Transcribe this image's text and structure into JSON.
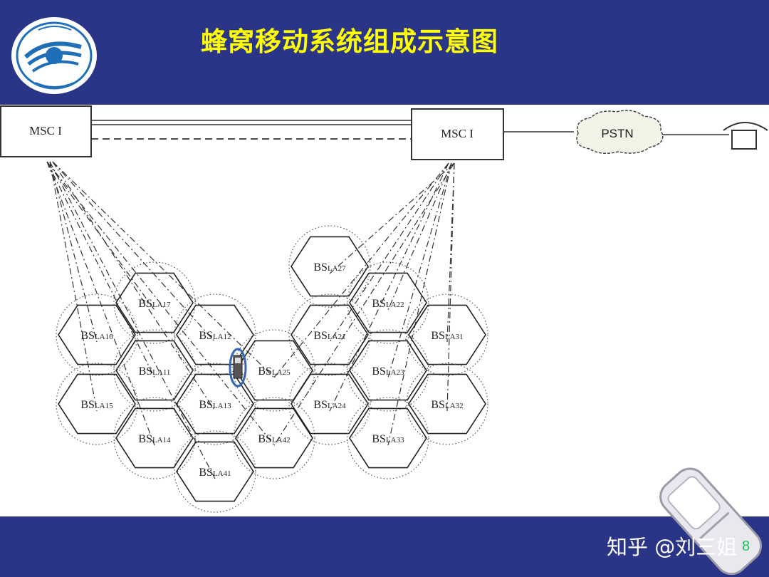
{
  "slide": {
    "title": "蜂窝移动系统组成示意图",
    "watermark": "知乎 @刘三姐",
    "slide_number": "8"
  },
  "colors": {
    "header_bg": "#2a3587",
    "title_text": "#ffff00",
    "slide_number": "#22c35a"
  },
  "diagram": {
    "nodes": {
      "msc_left": "MSC I",
      "msc_right": "MSC I",
      "pstn": "PSTN"
    },
    "telephone_icon": "telephone-icon",
    "mobile_station_icon": "mobile-phone-icon",
    "cells": [
      {
        "id": "la17",
        "prefix": "BS",
        "sub": "LA17"
      },
      {
        "id": "la16",
        "prefix": "BS",
        "sub": "LA16"
      },
      {
        "id": "la12",
        "prefix": "BS",
        "sub": "LA12"
      },
      {
        "id": "la11",
        "prefix": "BS",
        "sub": "LA11"
      },
      {
        "id": "la15",
        "prefix": "BS",
        "sub": "LA15"
      },
      {
        "id": "la13",
        "prefix": "BS",
        "sub": "LA13"
      },
      {
        "id": "la14",
        "prefix": "BS",
        "sub": "LA14"
      },
      {
        "id": "la41",
        "prefix": "BS",
        "sub": "LA41"
      },
      {
        "id": "la25",
        "prefix": "BS",
        "sub": "LA25"
      },
      {
        "id": "la42",
        "prefix": "BS",
        "sub": "LA42"
      },
      {
        "id": "la27",
        "prefix": "BS",
        "sub": "LA27"
      },
      {
        "id": "la22",
        "prefix": "BS",
        "sub": "LA22"
      },
      {
        "id": "la21",
        "prefix": "BS",
        "sub": "LA21"
      },
      {
        "id": "la31",
        "prefix": "BS",
        "sub": "LA31"
      },
      {
        "id": "la23",
        "prefix": "BS",
        "sub": "LA23"
      },
      {
        "id": "la24",
        "prefix": "BS",
        "sub": "LA24"
      },
      {
        "id": "la32",
        "prefix": "BS",
        "sub": "LA32"
      },
      {
        "id": "la33",
        "prefix": "BS",
        "sub": "LA33"
      }
    ]
  }
}
